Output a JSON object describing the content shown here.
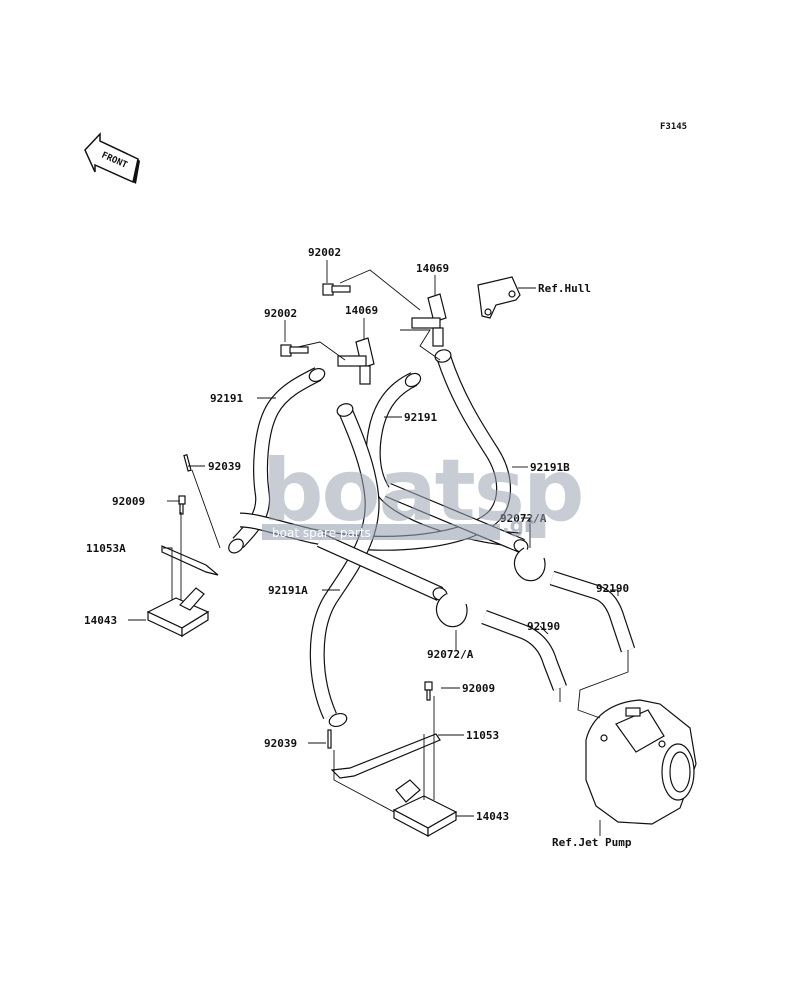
{
  "figure_code": "F3145",
  "front_label": "FRONT",
  "watermark": {
    "brand": "boatsp",
    "suffix": ".gr",
    "tagline": "boat spare parts"
  },
  "labels": {
    "p92002_top": "92002",
    "p14069_top": "14069",
    "ref_hull": "Ref.Hull",
    "p92002_mid": "92002",
    "p14069_mid": "14069",
    "p92191_left": "92191",
    "p92191_center": "92191",
    "p92191B": "92191B",
    "p92039_top": "92039",
    "p92009_left": "92009",
    "p11053A": "11053A",
    "p92072A_right": "92072/A",
    "p14043_left": "14043",
    "p92191A": "92191A",
    "p92190_right": "92190",
    "p92190_center": "92190",
    "p92072A_center": "92072/A",
    "p92009_bottom": "92009",
    "p92039_bottom": "92039",
    "p11053": "11053",
    "p14043_bottom": "14043",
    "ref_jet_pump": "Ref.Jet Pump"
  },
  "colors": {
    "line": "#111111",
    "watermark": "#9aa3b4"
  }
}
